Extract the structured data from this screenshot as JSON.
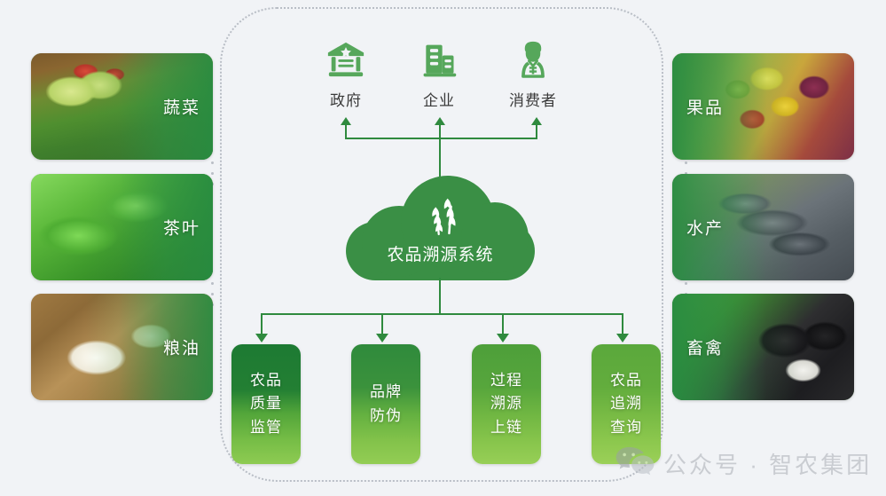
{
  "background_color": "#f1f3f6",
  "accent_color": "#3a8f45",
  "line_color": "#2f8a3e",
  "frame": {
    "style": "dotted",
    "color": "#b9bec6"
  },
  "roles": [
    {
      "label": "政府",
      "icon": "government-building-icon"
    },
    {
      "label": "企业",
      "icon": "office-building-icon"
    },
    {
      "label": "消费者",
      "icon": "consumer-person-icon"
    }
  ],
  "cloud": {
    "label": "农品溯源系统",
    "icon": "wheat-icon",
    "color": "#3a8f45"
  },
  "left_cards": [
    {
      "label": "蔬菜",
      "photo": "vegetables-photo"
    },
    {
      "label": "茶叶",
      "photo": "tea-leaves-photo"
    },
    {
      "label": "粮油",
      "photo": "grain-and-oil-photo"
    }
  ],
  "right_cards": [
    {
      "label": "果品",
      "photo": "fruits-photo"
    },
    {
      "label": "水产",
      "photo": "aquatic-products-photo"
    },
    {
      "label": "畜禽",
      "photo": "livestock-poultry-photo"
    }
  ],
  "functions": [
    {
      "lines": [
        "农品",
        "质量",
        "监管"
      ]
    },
    {
      "lines": [
        "品牌",
        "防伪"
      ]
    },
    {
      "lines": [
        "过程",
        "溯源",
        "上链"
      ]
    },
    {
      "lines": [
        "农品",
        "追溯",
        "查询"
      ]
    }
  ],
  "watermark": {
    "text": "公众号 · 智农集团",
    "icon": "wechat-icon",
    "color": "#a9adb4"
  }
}
